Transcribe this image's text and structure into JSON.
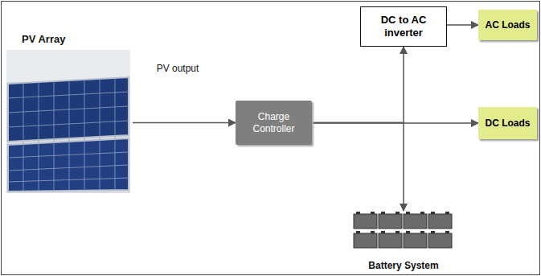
{
  "diagram": {
    "nodes": [
      {
        "text": [
          "PV Array"
        ]
      },
      {
        "text": [
          "Charge Controller"
        ]
      },
      {
        "text": [
          "DC to AC inverter"
        ]
      },
      {
        "text": [
          "AC Loads"
        ]
      },
      {
        "text": [
          "DC Loads"
        ]
      },
      {
        "text": [
          "Battery System"
        ]
      }
    ],
    "edges": [
      {
        "from": 0,
        "to": 1,
        "label": "PV output",
        "arrow": "to"
      },
      {
        "from": 1,
        "to": 4,
        "arrow": "to"
      },
      {
        "from": 1,
        "to": 2,
        "arrow": "to"
      },
      {
        "from": 1,
        "to": 5,
        "arrow": "to"
      },
      {
        "from": 2,
        "to": 3,
        "arrow": "to"
      }
    ]
  }
}
